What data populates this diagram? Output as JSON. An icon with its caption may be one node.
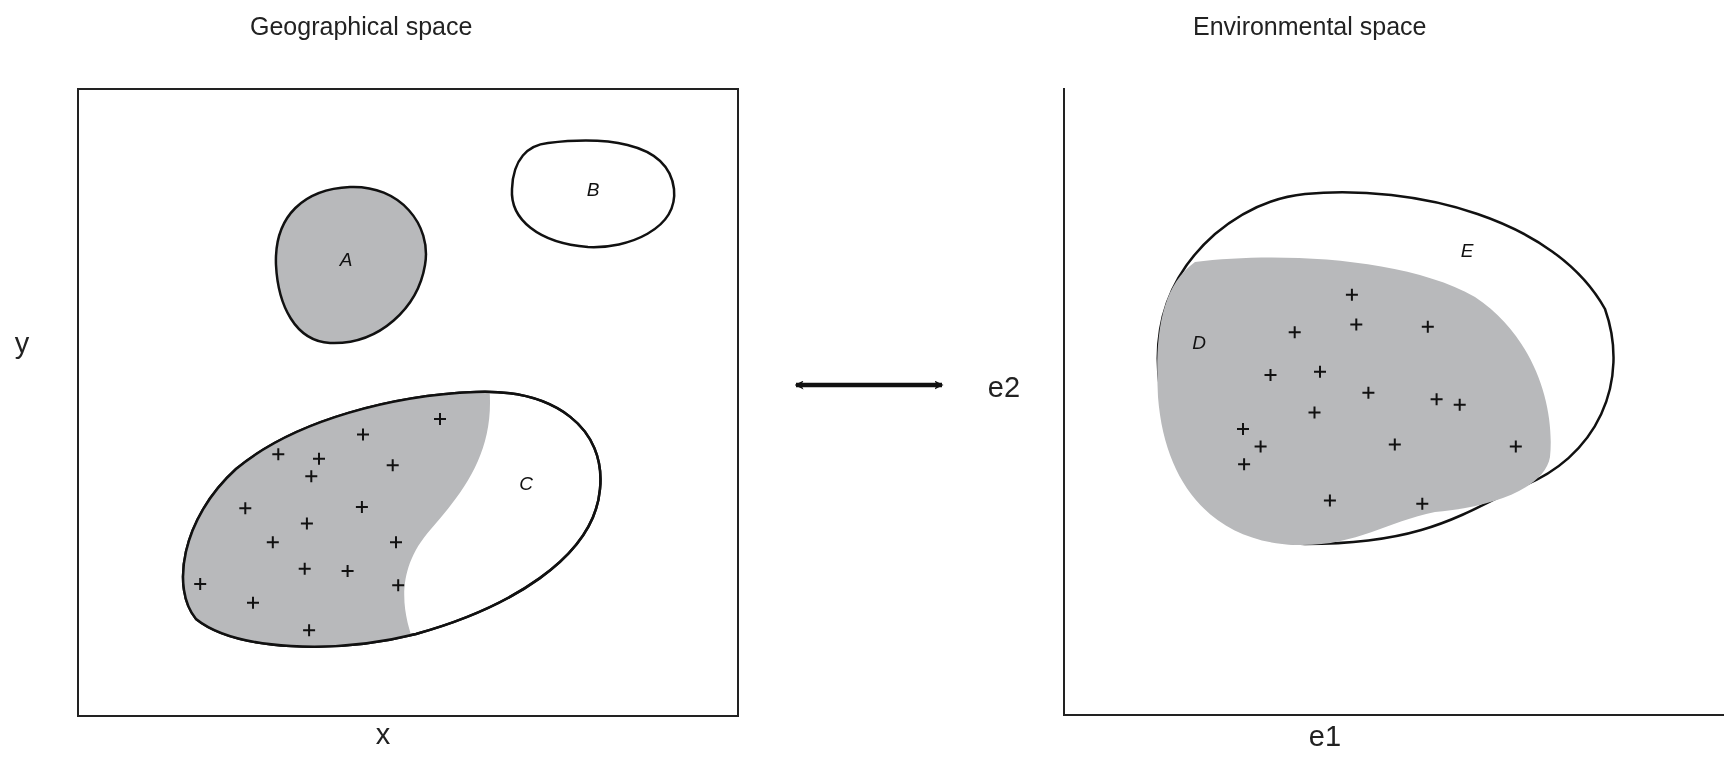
{
  "diagram": {
    "nodes": [
      {
        "text": [
          "Geographical space"
        ]
      },
      {
        "text": [
          "A"
        ],
        "in": 0
      },
      {
        "text": [
          "B"
        ],
        "in": 0
      },
      {
        "text": [
          "C"
        ],
        "in": 0
      },
      {
        "text": [
          "Environmental space"
        ]
      },
      {
        "text": [
          "E"
        ],
        "in": 4
      },
      {
        "text": [
          "D"
        ],
        "in": 5
      }
    ],
    "edges": [
      {
        "from": 0,
        "to": 4,
        "arrow": "both"
      }
    ],
    "labels": [
      "y",
      "x",
      "e2",
      "e1"
    ]
  }
}
